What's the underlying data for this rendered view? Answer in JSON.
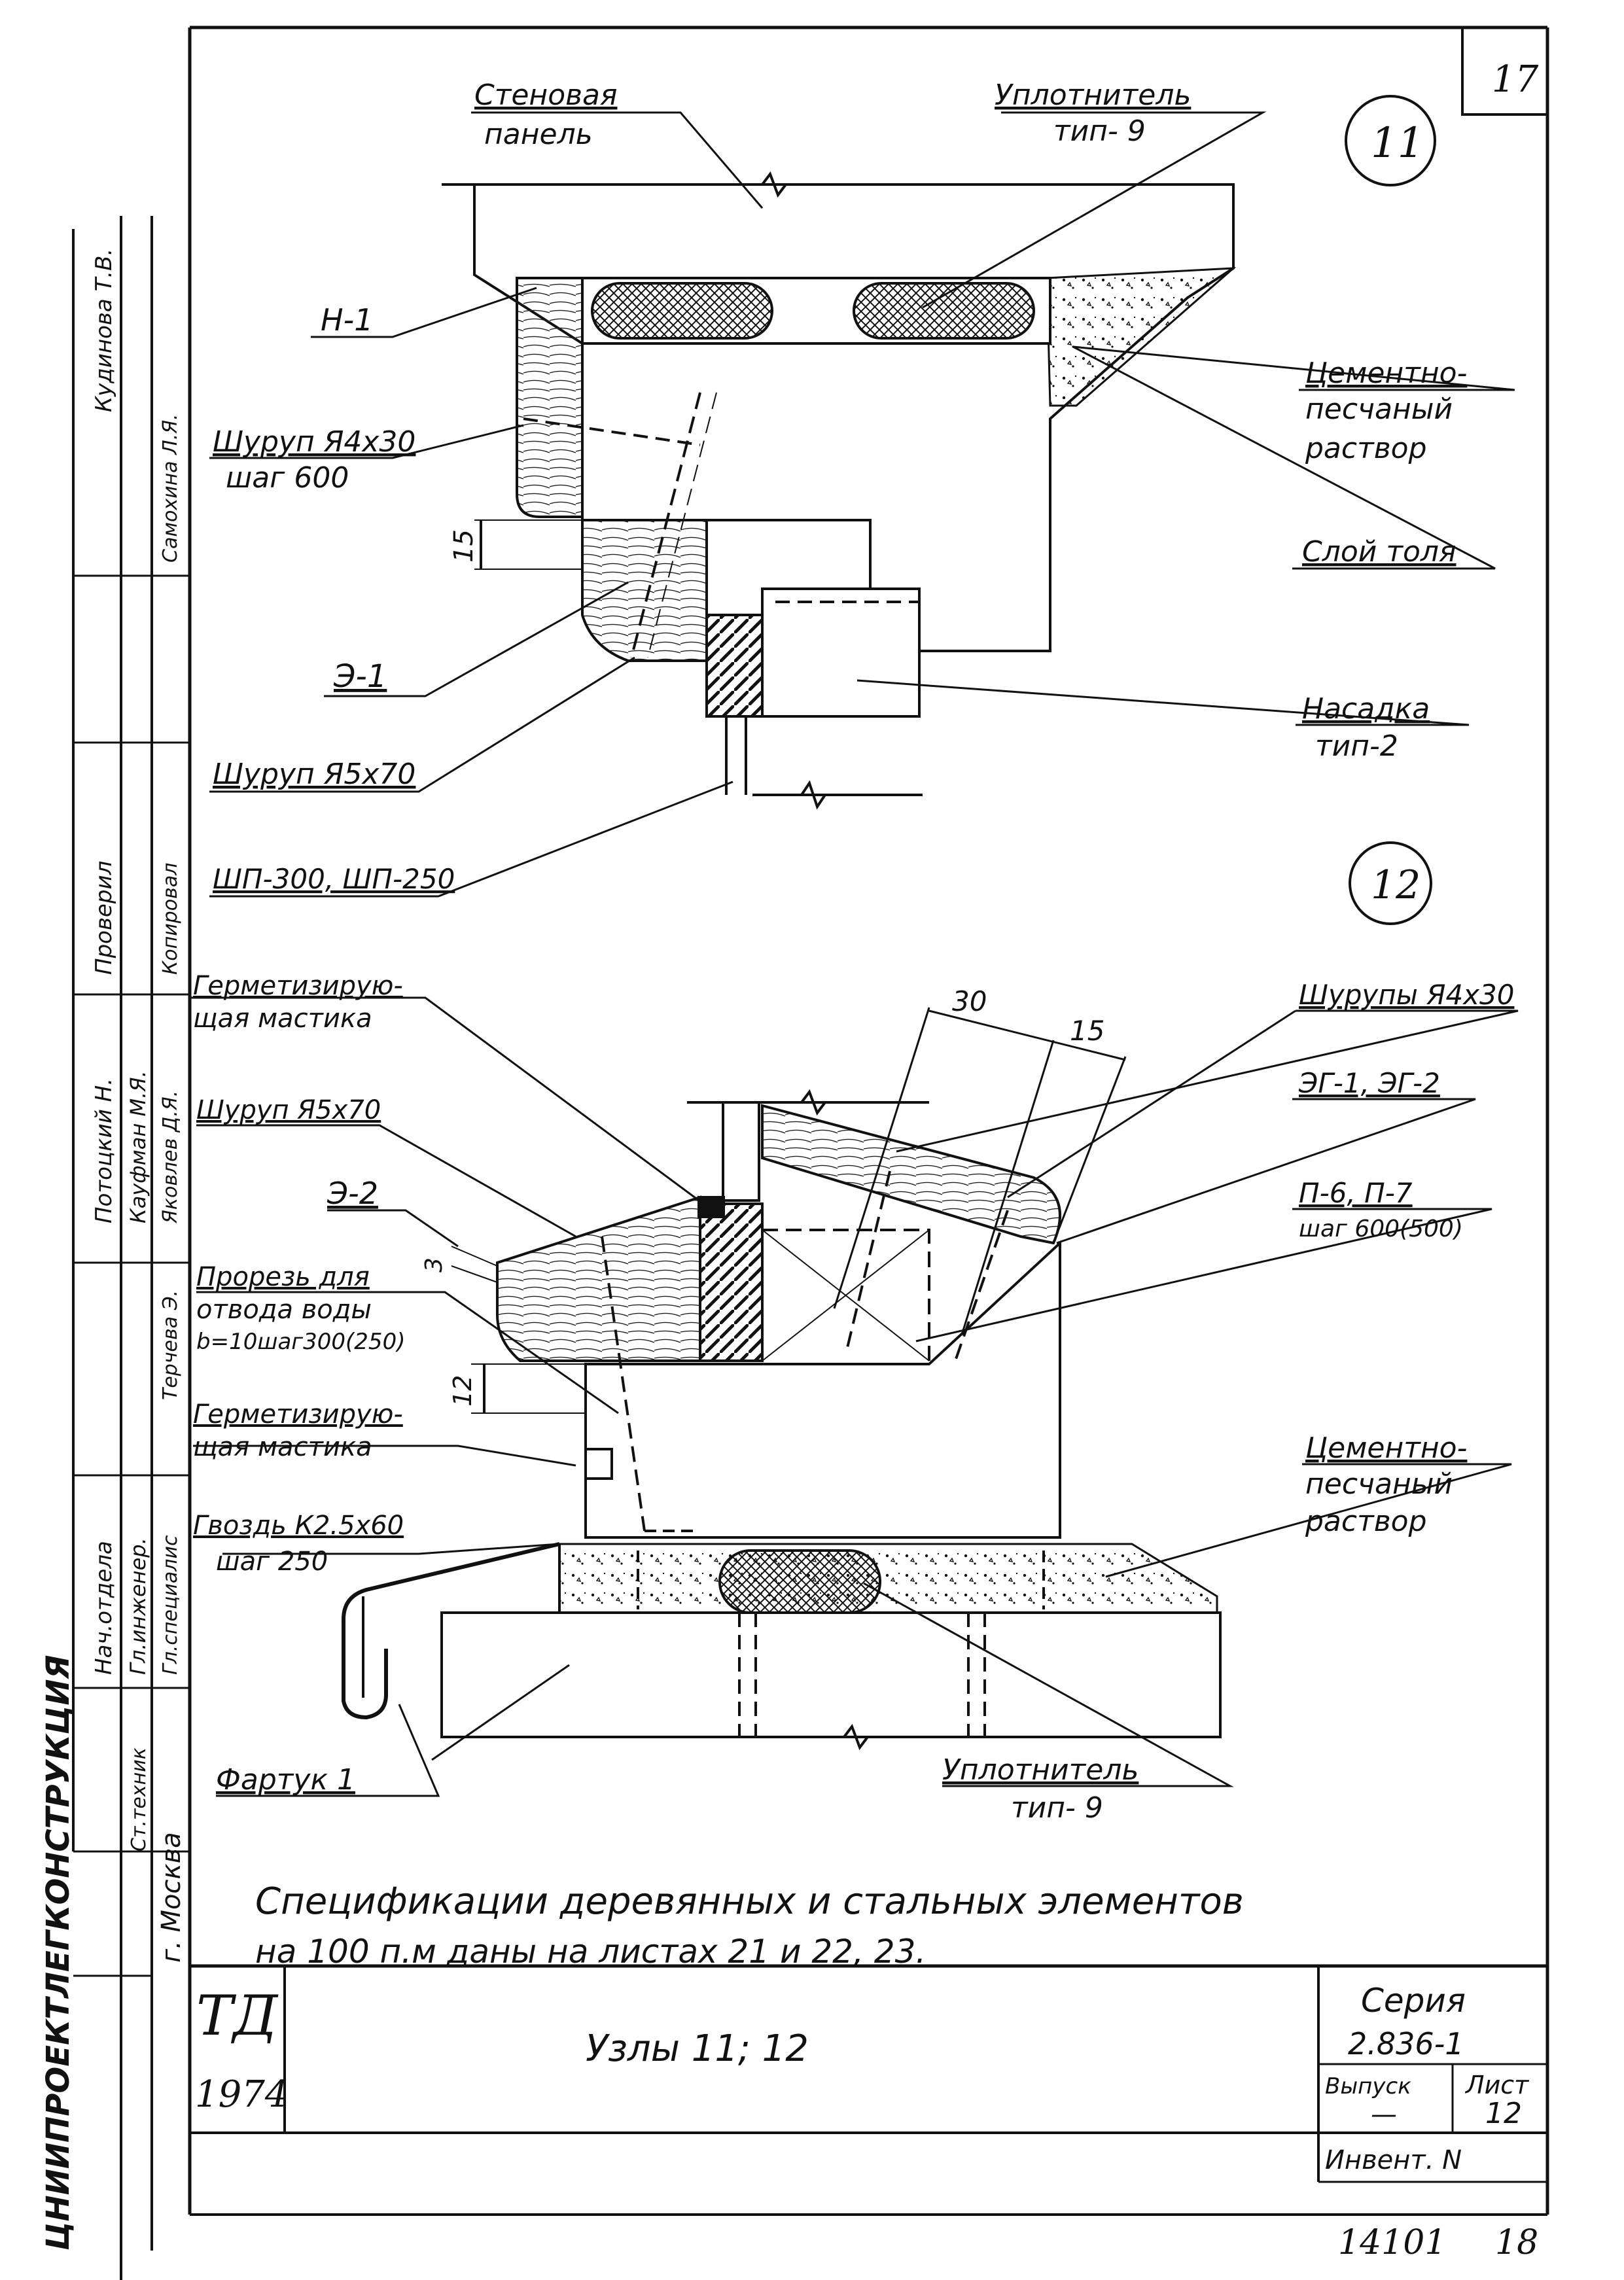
{
  "sheet": {
    "page_number": "17",
    "node_11": "11",
    "node_12": "12",
    "stamp_number": "ТД",
    "stamp_year": "1974",
    "title": "Узлы 11; 12",
    "series_label": "Серия",
    "series_value": "2.836-1",
    "issue_label": "Выпуск",
    "issue_value": "—",
    "sheet_label": "Лист",
    "sheet_value": "12",
    "inventory_label": "Инвент. N",
    "inventory_value": "14101",
    "inventory_suffix": "18"
  },
  "node11": {
    "wall_panel_l1": "Стеновая",
    "wall_panel_l2": "панель",
    "seal_l1": "Уплотнитель",
    "seal_l2": "тип- 9",
    "h1": "Н-1",
    "screw1_l1": "Шуруп Я4х30",
    "screw1_l2": "шаг 600",
    "mortar_l1": "Цементно-",
    "mortar_l2": "песчаный",
    "mortar_l3": "раствор",
    "dim_15": "15",
    "roofing": "Слой толя",
    "e1": "Э-1",
    "nozzle_l1": "Насадка",
    "nozzle_l2": "тип-2",
    "screw2": "Шуруп Я5х70",
    "shp": "ШП-300, ШП-250"
  },
  "node12": {
    "sealant_l1": "Герметизирую-",
    "sealant_l2": "щая мастика",
    "dim_30": "30",
    "dim_15": "15",
    "screws": "Шурупы Я4х30",
    "eg": "ЭГ-1, ЭГ-2",
    "screw2": "Шуруп Я5х70",
    "p6": "П-6, П-7",
    "p6_step": "шаг 600(500)",
    "e2": "Э-2",
    "dim_3": "3",
    "slot_l1": "Прорезь для",
    "slot_l2": "отвода воды",
    "slot_l3": "b=10шаг300(250)",
    "dim_12": "12",
    "sealant2_l1": "Герметизирую-",
    "sealant2_l2": "щая мастика",
    "nail_l1": "Гвоздь К2.5х60",
    "nail_l2": "шаг 250",
    "mortar_l1": "Цементно-",
    "mortar_l2": "песчаный",
    "mortar_l3": "раствор",
    "apron": "Фартук 1",
    "seal_l1": "Уплотнитель",
    "seal_l2": "тип- 9"
  },
  "note": {
    "line1": "Спецификации деревянных и стальных элементов",
    "line2": "на 100 п.м даны на листах 21 и 22, 23."
  },
  "side_stamp": {
    "col1": [
      "Нач.отдела",
      "Гл.инженер.",
      "Гл.специалис",
      "Ст.техник"
    ],
    "col2": [
      "Потоцкий Н.",
      "Кауфман М.Я.",
      "Терчева Э.",
      "Яковлев Д.Я."
    ],
    "col3": [
      "Проверил",
      "Копировал",
      "Самохина Л.Я.",
      "Кудинова Т.В."
    ],
    "institute": "ЦНИИПРОЕКТЛЕГКОНСТРУКЦИЯ",
    "city": "г. Москва"
  }
}
